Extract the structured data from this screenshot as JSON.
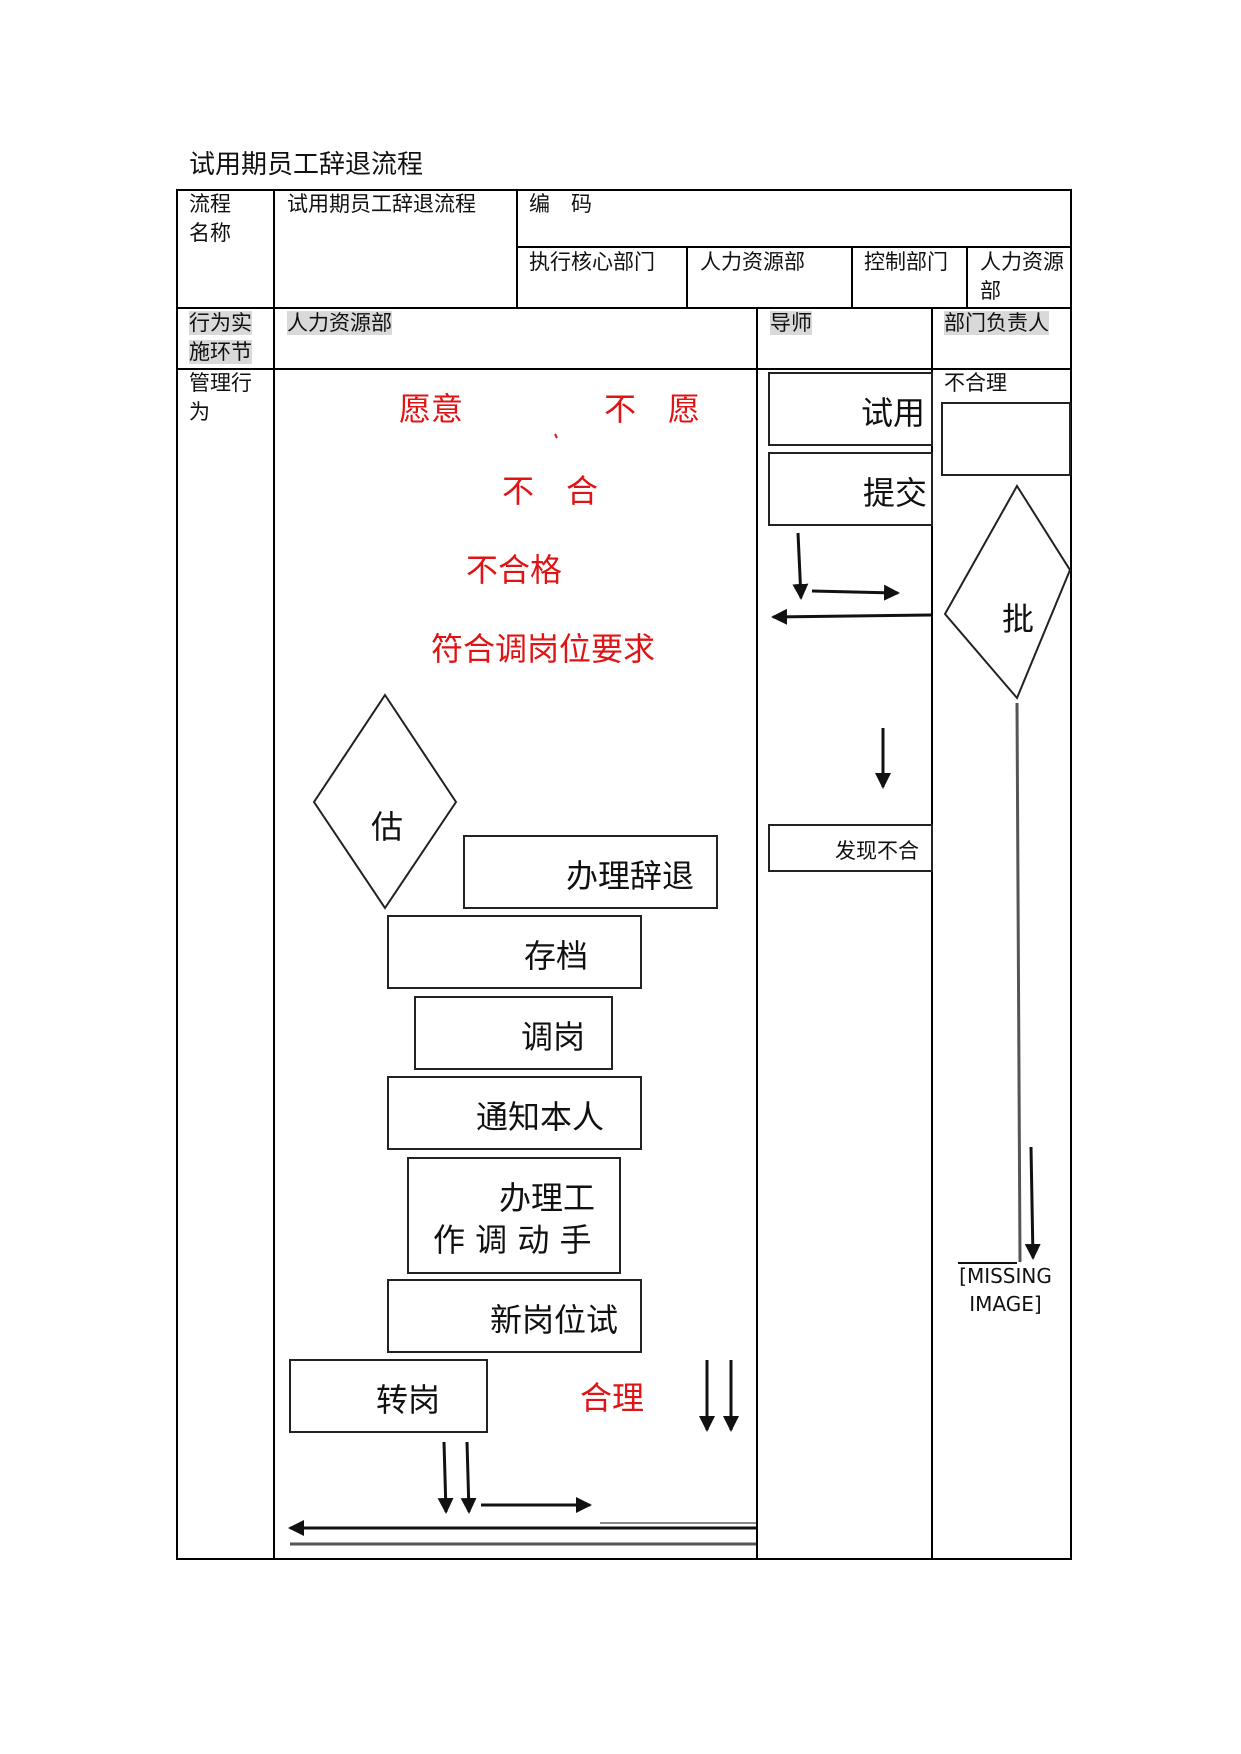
{
  "page": {
    "title": "试用期员工辞退流程"
  },
  "header": {
    "process_name_label": "流程名称",
    "process_name_value": "试用期员工辞退流程",
    "code_label": "编　码",
    "code_value": "",
    "exec_dept_label": "执行核心部门",
    "exec_dept_value": "人力资源部",
    "control_dept_label": "控制部门",
    "control_dept_value": "人力资源部"
  },
  "roles": {
    "row_label": "行为实施环节",
    "hr": "人力资源部",
    "mentor": "导师",
    "dept_head": "部门负责人"
  },
  "body": {
    "row_label": "管理行为",
    "dept_head_note": "不合理",
    "missing_image": "[MISSING IMAGE]"
  },
  "flow": {
    "red_labels": {
      "willing": "愿意",
      "unwilling": "不　愿",
      "unqualified_partial": "不　合",
      "unqualified": "不合格",
      "meets_requirement": "符合调岗位要求",
      "reasonable": "合理"
    },
    "diamonds": {
      "assess": "估",
      "approve": "批"
    },
    "boxes": {
      "probation": "试用",
      "submit": "提交",
      "found_unqualified": "发现不合",
      "dismissal": "办理辞退",
      "archive": "存档",
      "transfer": "调岗",
      "notify": "通知本人",
      "transfer_proc_line1": "办理工",
      "transfer_proc_line2": "作 调 动 手",
      "new_post_trial": "新岗位试",
      "reassign": "转岗"
    }
  }
}
